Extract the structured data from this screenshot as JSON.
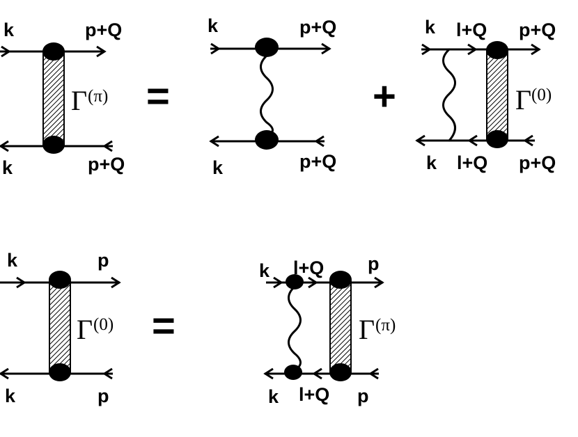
{
  "equation_1": {
    "lhs": {
      "top_in": "k",
      "top_out": "p+Q",
      "bottom_in": "k",
      "bottom_out": "p+Q",
      "vertex_gamma": "Γ",
      "vertex_sup": "(π)"
    },
    "equals": "=",
    "term_1": {
      "top_in": "k",
      "top_out": "p+Q",
      "bottom_in": "k",
      "bottom_out": "p+Q"
    },
    "plus": "+",
    "term_2": {
      "top_in": "k",
      "top_mid": "l+Q",
      "top_out": "p+Q",
      "bottom_in": "k",
      "bottom_mid": "l+Q",
      "bottom_out": "p+Q",
      "vertex_gamma": "Γ",
      "vertex_sup": "(0)"
    }
  },
  "equation_2": {
    "lhs": {
      "top_in": "k",
      "top_out": "p",
      "bottom_in": "k",
      "bottom_out": "p",
      "vertex_gamma": "Γ",
      "vertex_sup": "(0)"
    },
    "equals": "=",
    "rhs": {
      "top_in": "k",
      "top_mid": "l+Q",
      "top_out": "p",
      "bottom_in": "k",
      "bottom_mid": "l+Q",
      "bottom_out": "p",
      "vertex_gamma": "Γ",
      "vertex_sup": "(π)"
    }
  }
}
